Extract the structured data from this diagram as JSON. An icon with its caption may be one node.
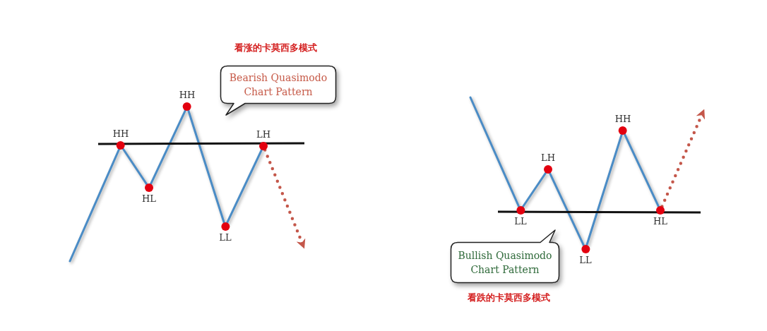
{
  "diagram": {
    "nodes": [
      {
        "text": [
          "Bearish Quasimodo Chart Pattern"
        ]
      },
      {
        "text": [
          "HH"
        ]
      },
      {
        "text": [
          "HL"
        ]
      },
      {
        "text": [
          "HH"
        ]
      },
      {
        "text": [
          "LL"
        ]
      },
      {
        "text": [
          "LH"
        ]
      },
      {
        "text": [
          "LL"
        ]
      },
      {
        "text": [
          "LH"
        ]
      },
      {
        "text": [
          "LL"
        ]
      },
      {
        "text": [
          "HH"
        ]
      },
      {
        "text": [
          "HL"
        ]
      },
      {
        "text": [
          "Bullish Quasimodo Chart Pattern"
        ]
      }
    ],
    "edges": [
      {
        "from": null,
        "to": 1,
        "arrow": "none"
      },
      {
        "from": 1,
        "to": 2,
        "arrow": "none"
      },
      {
        "from": 2,
        "to": 3,
        "arrow": "none"
      },
      {
        "from": 3,
        "to": 4,
        "arrow": "none"
      },
      {
        "from": 4,
        "to": 5,
        "arrow": "none"
      },
      {
        "from": 5,
        "to": null,
        "arrow": "to",
        "style": "dashed",
        "color": "#c4574a"
      },
      {
        "from": null,
        "to": 6,
        "arrow": "none"
      },
      {
        "from": 6,
        "to": 7,
        "arrow": "none"
      },
      {
        "from": 7,
        "to": 8,
        "arrow": "none"
      },
      {
        "from": 8,
        "to": 9,
        "arrow": "none"
      },
      {
        "from": 9,
        "to": 10,
        "arrow": "none"
      },
      {
        "from": 10,
        "to": null,
        "arrow": "to",
        "style": "dashed",
        "color": "#c4574a"
      }
    ],
    "labels": [
      "看涨的卡莫西多模式",
      "看跌的卡莫西多模式"
    ]
  }
}
